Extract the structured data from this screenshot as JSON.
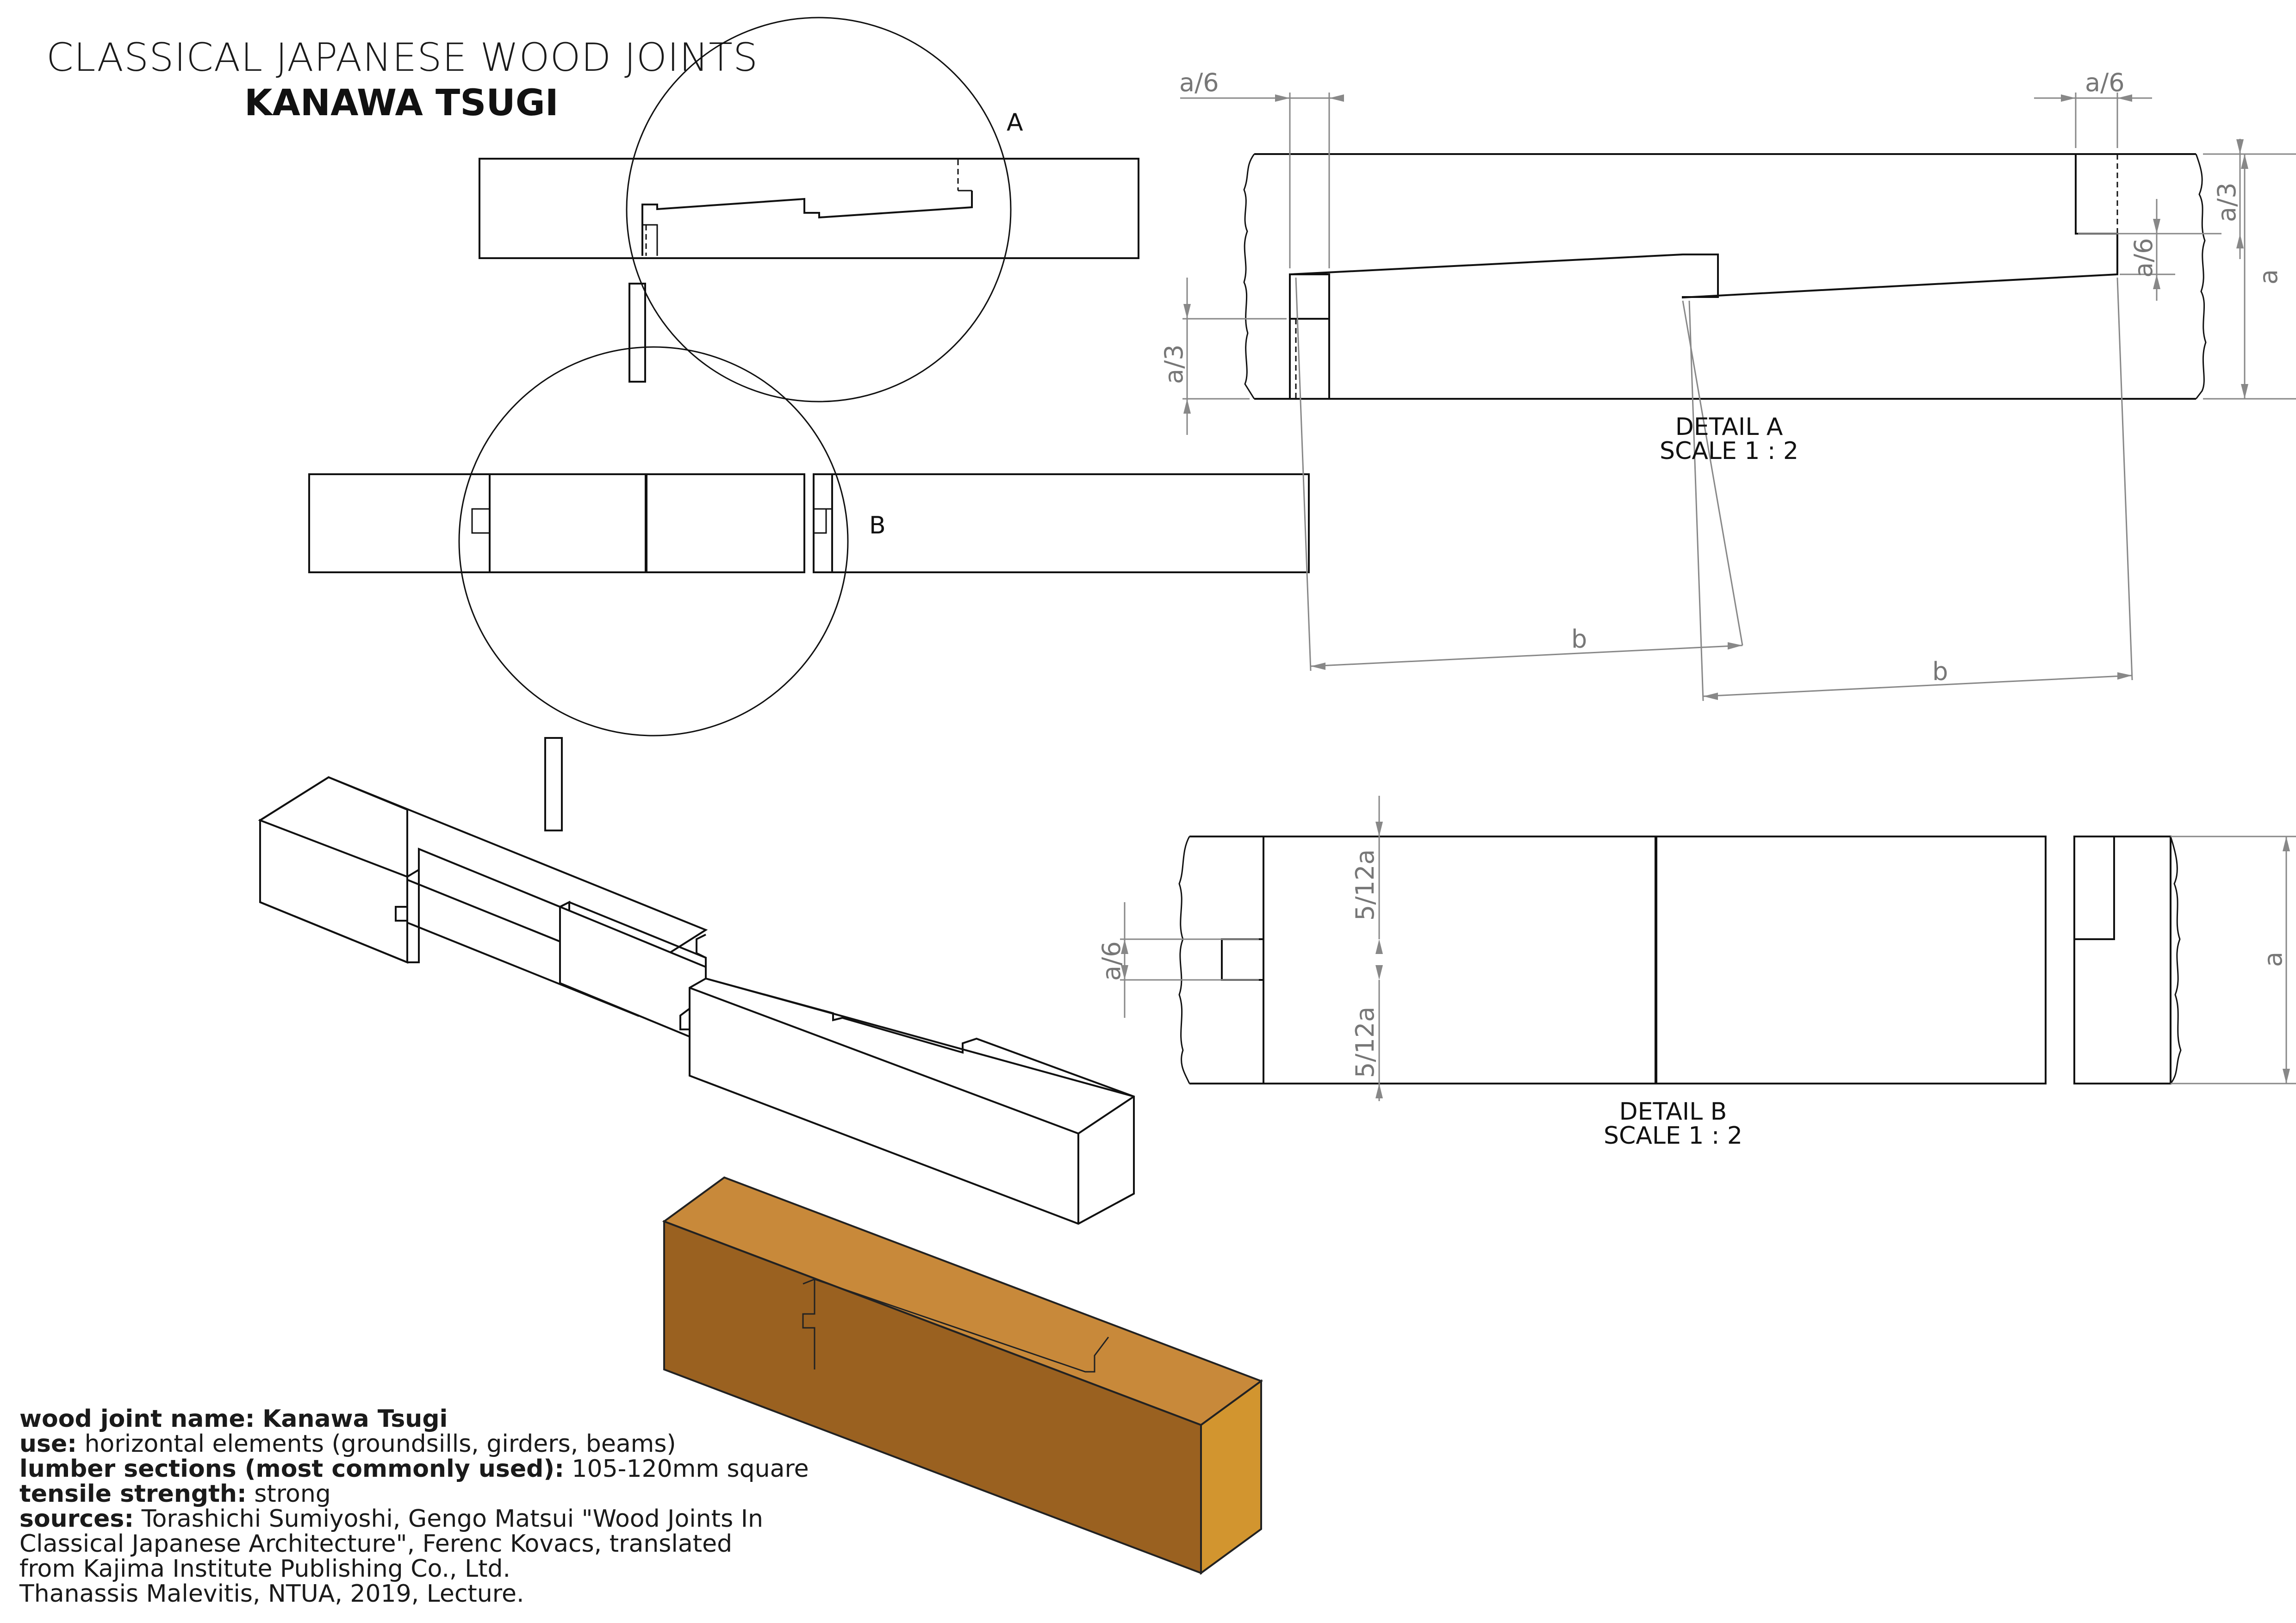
{
  "header": {
    "title": "CLASSICAL JAPANESE WOOD JOINTS",
    "subtitle": "KANAWA TSUGI"
  },
  "callouts": {
    "a": "A",
    "b": "B"
  },
  "detail_a": {
    "name": "DETAIL A",
    "scale": "SCALE 1 : 2",
    "dims": {
      "a6_left": "a/6",
      "a6_right": "a/6",
      "a3_left": "a/3",
      "a3_right": "a/3",
      "a6_inner": "a/6",
      "a_right": "a",
      "b_one": "b",
      "b_two": "b"
    }
  },
  "detail_b": {
    "name": "DETAIL B",
    "scale": "SCALE 1 : 2",
    "dims": {
      "a6": "a/6",
      "top": "5/12a",
      "bottom": "5/12a",
      "a": "a"
    }
  },
  "info": {
    "name_label": "wood joint name:",
    "name_value": "Kanawa Tsugi",
    "use_label": "use:",
    "use_value": "horizontal elements (groundsills, girders, beams)",
    "lumber_label": "lumber sections (most commonly used):",
    "lumber_value": "105-120mm square",
    "tensile_label": "tensile strength:",
    "tensile_value": "strong",
    "sources_label": "sources:",
    "sources_line1": "Torashichi Sumiyoshi, Gengo Matsui \"Wood Joints In",
    "sources_line2": "Classical Japanese Architecture\", Ferenc Kovacs, translated",
    "sources_line3": "from Kajima Institute Publishing Co., Ltd.",
    "sources_line4": "Thanassis Malevitis, NTUA, 2019, Lecture."
  },
  "colors": {
    "line": "#111111",
    "dim": "#888888",
    "wood_front": "#9a6120",
    "wood_top": "#c8893a",
    "wood_end": "#d2952f"
  }
}
